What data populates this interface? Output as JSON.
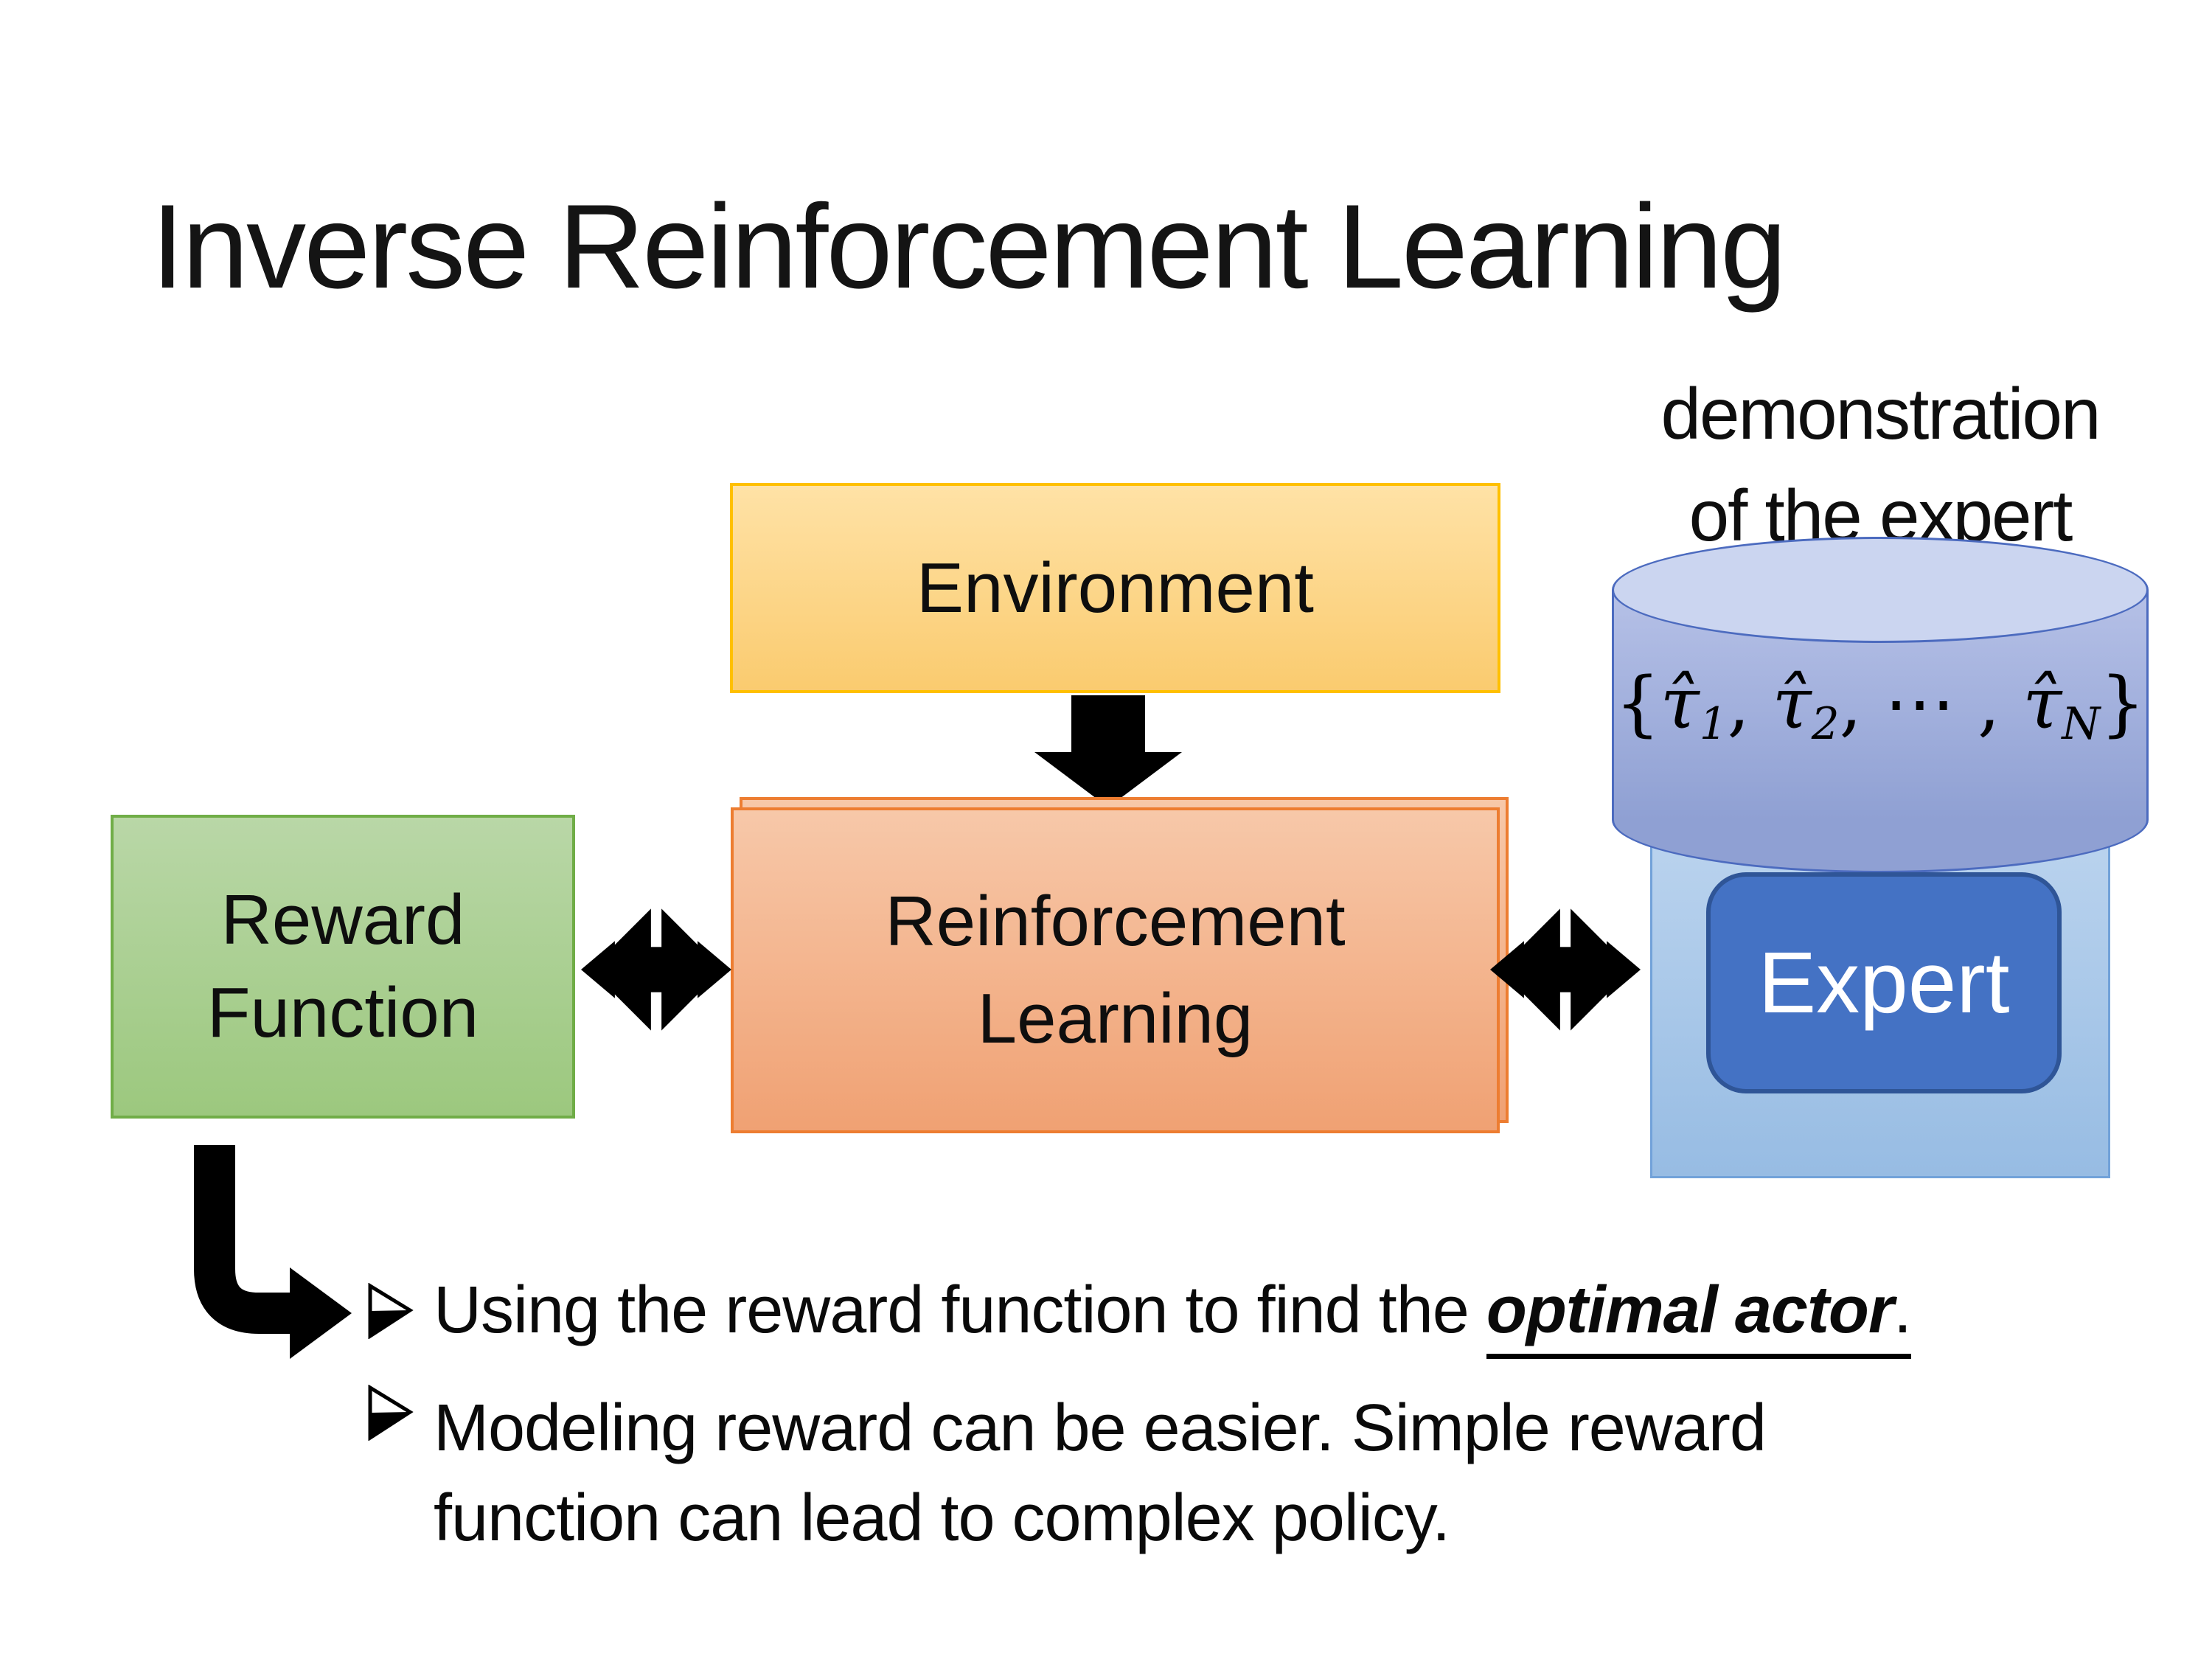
{
  "title": "Inverse Reinforcement Learning",
  "demo_label": {
    "line1": "demonstration",
    "line2": "of the expert"
  },
  "boxes": {
    "environment": {
      "label": "Environment"
    },
    "reward": {
      "line1": "Reward",
      "line2": "Function"
    },
    "reinforcement": {
      "line1": "Reinforcement",
      "line2": "Learning"
    },
    "expert": {
      "label": "Expert"
    }
  },
  "cylinder_formula": {
    "open": "{",
    "tau1": "τ̂",
    "sub1": "1",
    "comma1": ", ",
    "tau2": "τ̂",
    "sub2": "2",
    "comma2": ", ",
    "dots": "⋯",
    "comma3": " , ",
    "tau3": "τ̂",
    "sub3": "N",
    "close": "}"
  },
  "bullets": [
    {
      "marker": "➢",
      "prefix": "Using the reward function to find the ",
      "emphasis": "optimal actor",
      "suffix": "."
    },
    {
      "marker": "➢",
      "line1": "Modeling reward can be easier. Simple reward",
      "line2": "function can lead to complex policy."
    }
  ],
  "icons": {
    "down_arrow": "black solid down arrow",
    "double_arrow_left": "black double-headed exchange arrow",
    "double_arrow_right": "black double-headed exchange arrow",
    "elbow_arrow": "black elbow arrow pointing right"
  },
  "colors": {
    "env_border": "#FFC000",
    "env_top": "#FFE2A6",
    "env_bottom": "#FACB6F",
    "green_border": "#70AD47",
    "green_top": "#B9D7A7",
    "green_bottom": "#9CC87E",
    "orange_border": "#ED7D31",
    "orange_top": "#F7C8A9",
    "orange_bottom": "#F0A173",
    "blue": "#4472C4",
    "blue_dark": "#2F5597",
    "panel_border": "#72A2D9",
    "panel_top": "#BAD3EE",
    "panel_bottom": "#97BCE3",
    "cyl_border": "#4C6BBF",
    "cyl_top": "#CBD5F0",
    "cyl_body_top": "#B6C1E7",
    "cyl_body_bottom": "#8FA0D3",
    "ink": "#000000"
  }
}
